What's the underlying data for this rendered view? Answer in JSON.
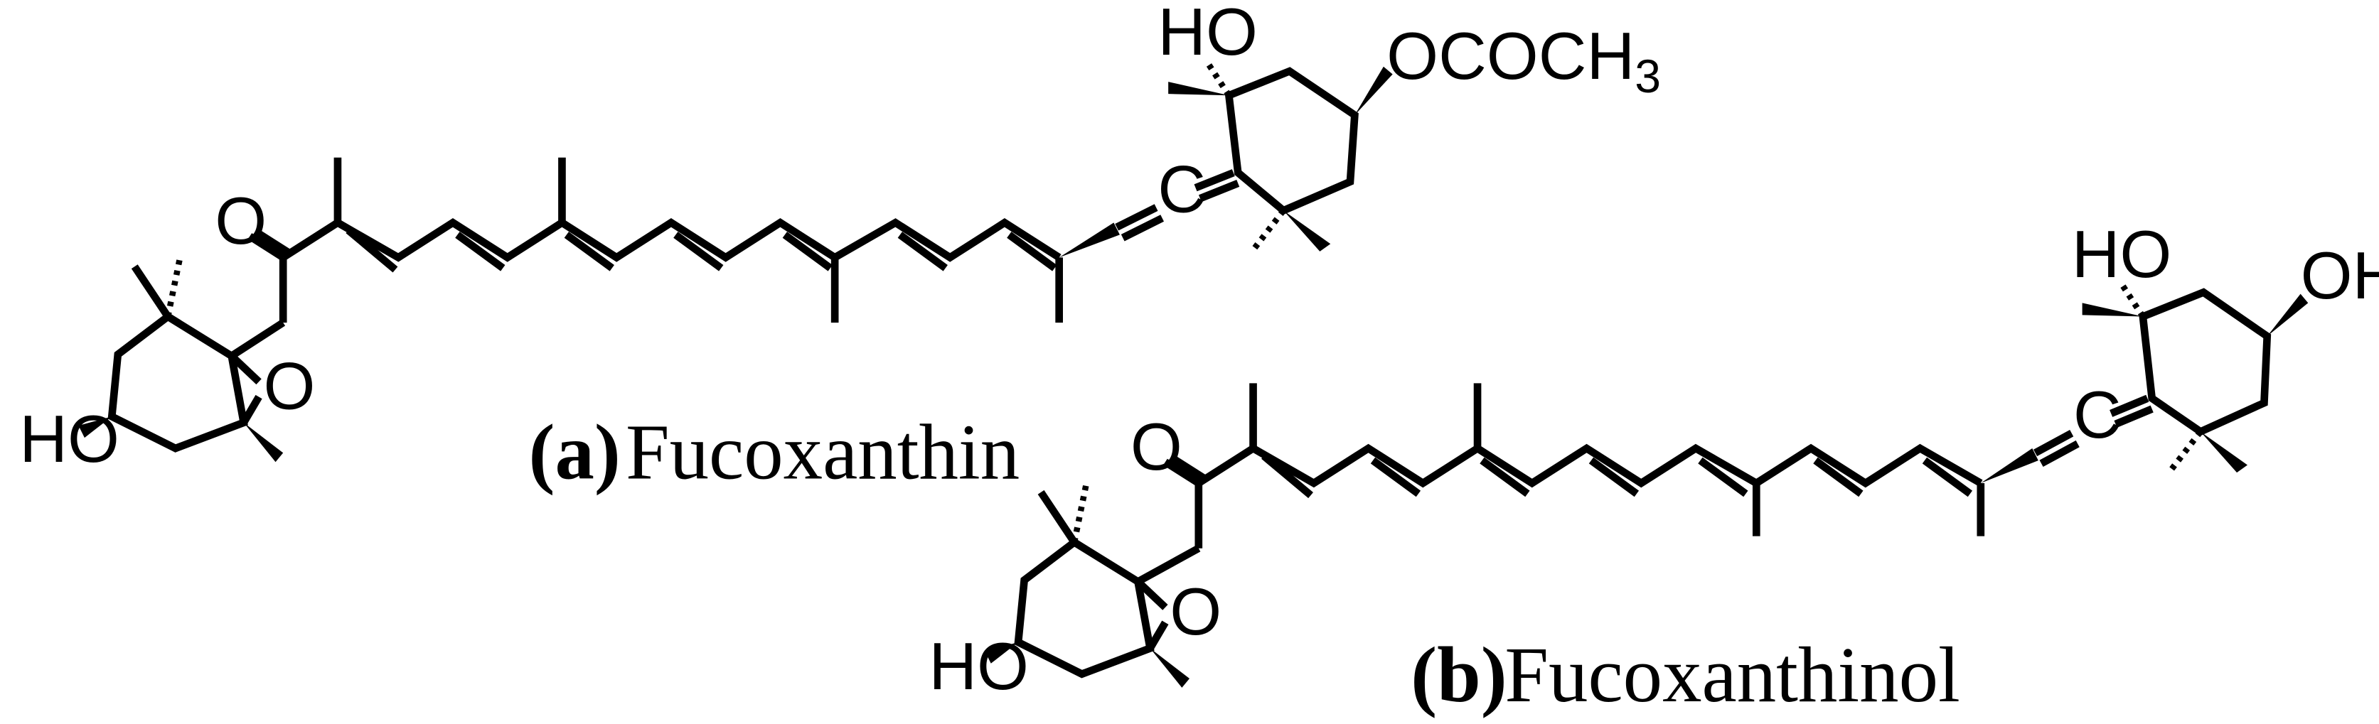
{
  "molecules": [
    {
      "id": "a",
      "label": "(a)",
      "name": "Fucoxanthin",
      "atoms": {
        "left_hydroxyl": "HO",
        "epoxide_oxygen": "O",
        "ketone_oxygen": "O",
        "allene_carbon": "C",
        "right_hydroxyl": "HO",
        "acetate": "OCOCH",
        "acetate_subscript": "3"
      }
    },
    {
      "id": "b",
      "label": "(b)",
      "name": "Fucoxanthinol",
      "atoms": {
        "left_hydroxyl": "HO",
        "epoxide_oxygen": "O",
        "ketone_oxygen": "O",
        "allene_carbon": "C",
        "right_hydroxyl": "HO",
        "right_hydroxyl_2": "OH"
      }
    }
  ]
}
